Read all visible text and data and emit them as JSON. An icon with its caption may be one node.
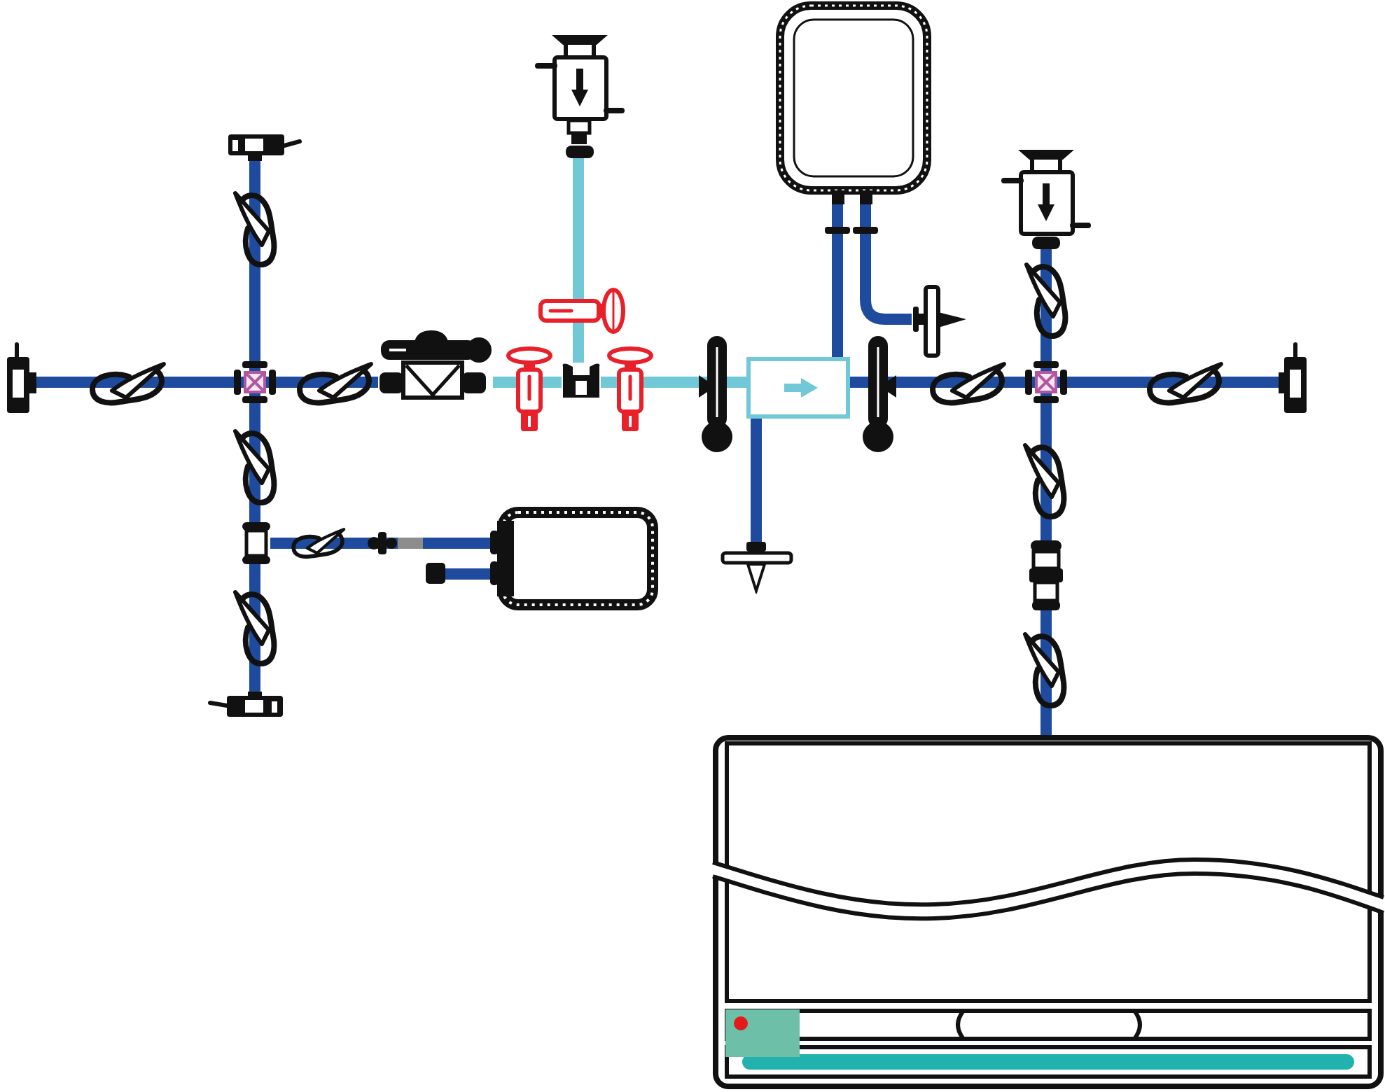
{
  "diagram": {
    "nodes": [
      {
        "text": [],
        "shape": "picture"
      },
      {
        "text": [],
        "shape": "picture"
      },
      {
        "text": [],
        "shape": "picture"
      },
      {
        "text": [],
        "shape": "picture"
      },
      {
        "text": [],
        "shape": "picture"
      },
      {
        "text": [],
        "shape": "box"
      },
      {
        "text": [],
        "shape": "picture"
      },
      {
        "text": [],
        "shape": "picture"
      },
      {
        "text": [],
        "shape": "box"
      },
      {
        "text": [],
        "shape": "picture"
      },
      {
        "text": [],
        "shape": "box"
      },
      {
        "text": [],
        "shape": "picture"
      },
      {
        "text": [],
        "shape": "picture"
      },
      {
        "text": [],
        "shape": "box"
      },
      {
        "text": [],
        "shape": "box"
      },
      {
        "text": [],
        "shape": "picture"
      },
      {
        "text": [],
        "shape": "picture"
      },
      {
        "text": [],
        "shape": "picture"
      }
    ],
    "edges": [
      {
        "from": 0,
        "to": 5,
        "arrow": "none"
      },
      {
        "from": 4,
        "to": 5,
        "arrow": "none"
      },
      {
        "from": 5,
        "to": 6,
        "arrow": "none"
      },
      {
        "from": 5,
        "to": 12,
        "arrow": "none"
      },
      {
        "from": 12,
        "to": 16,
        "arrow": "none"
      },
      {
        "from": 12,
        "to": 14,
        "arrow": "none"
      },
      {
        "from": 14,
        "to": 13,
        "arrow": "none"
      },
      {
        "from": 6,
        "to": 7,
        "arrow": "none",
        "color": "#71c8d6"
      },
      {
        "from": 1,
        "to": 7,
        "arrow": "none",
        "color": "#71c8d6"
      },
      {
        "from": 7,
        "to": 8,
        "arrow": "none",
        "color": "#71c8d6"
      },
      {
        "from": 2,
        "to": 8,
        "arrow": "none"
      },
      {
        "from": 2,
        "to": 9,
        "arrow": "none"
      },
      {
        "from": 8,
        "to": 15,
        "arrow": "none"
      },
      {
        "from": 8,
        "to": 10,
        "arrow": "none"
      },
      {
        "from": 3,
        "to": 10,
        "arrow": "none"
      },
      {
        "from": 10,
        "to": 11,
        "arrow": "none"
      },
      {
        "from": 10,
        "to": 17,
        "arrow": "none"
      }
    ]
  }
}
